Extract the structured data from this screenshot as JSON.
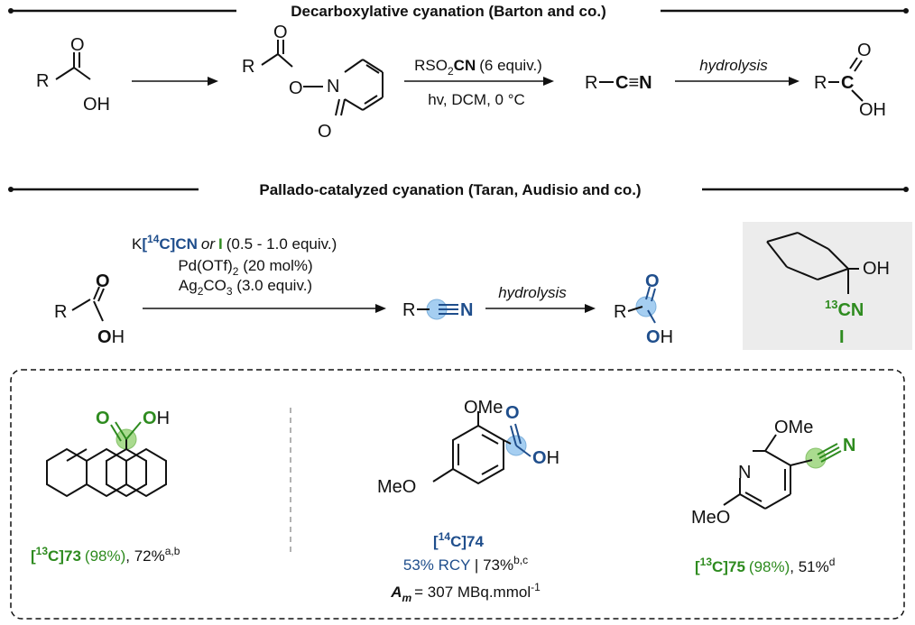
{
  "colors": {
    "ink": "#111111",
    "blue": "#1f4e8c",
    "green": "#2e8b1f",
    "blue_glow": "#8fc3ee",
    "green_glow": "#8ed06a",
    "panel": "#ececec"
  },
  "section1": {
    "header": "Decarboxylative cyanation (Barton and co.)",
    "reagent_1": "RSO",
    "reagent_1_sub": "2",
    "reagent_1_bold": "CN",
    "reagent_1_tail": "(6 equiv.)",
    "conditions_1": "hv, DCM, 0 °C",
    "step_2": "hydrolysis",
    "start_R": "R",
    "start_O": "O",
    "start_OH": "OH",
    "ester_R": "R",
    "ester_O1": "O",
    "ester_O2": "O",
    "ester_N": "N",
    "ester_O3": "O",
    "nitrile_R": "R",
    "nitrile_CN": "C≡N",
    "acid_R": "R",
    "acid_C": "C",
    "acid_O": "O",
    "acid_OH": "OH"
  },
  "section2": {
    "header": "Pallado-catalyzed cyanation (Taran, Audisio and co.)",
    "reagent_K": "K",
    "reagent_label": "[14C]CN",
    "reagent_or": "or",
    "reagent_I": "I",
    "reagent_equiv": "(0.5 - 1.0 equiv.)",
    "catalyst": "Pd(OTf)2 (20 mol%)",
    "base": "Ag2CO3 (3.0 equiv.)",
    "step_2": "hydrolysis",
    "start_R": "R",
    "start_O": "O",
    "start_OH": "OH",
    "nitrile_R": "R",
    "nitrile_N": "N",
    "acid_R": "R",
    "acid_O": "O",
    "acid_OH": "OH",
    "reagent_I_box": {
      "OH": "OH",
      "isotope": "13",
      "CN": "CN",
      "label": "I"
    }
  },
  "examples": [
    {
      "id": "73",
      "isotope_tag": "[13C]",
      "compound": "73",
      "ee": "(98%)",
      "yield": "72%",
      "notes": "a,b",
      "atoms": {
        "O": "O",
        "OH": "OH"
      }
    },
    {
      "id": "74",
      "isotope_tag": "[14C]",
      "compound": "74",
      "rcy": "53% RCY",
      "yield": "73%",
      "notes": "b,c",
      "am_label": "A",
      "am_sub": "m",
      "am_value": "= 307 MBq.mmol",
      "am_exp": "-1",
      "atoms": {
        "OMe": "OMe",
        "O": "O",
        "OH": "OH",
        "MeO": "MeO"
      }
    },
    {
      "id": "75",
      "isotope_tag": "[13C]",
      "compound": "75",
      "ee": "(98%)",
      "yield": "51%",
      "notes": "d",
      "atoms": {
        "OMe": "OMe",
        "N_ring": "N",
        "N_nitrile": "N",
        "MeO": "MeO"
      }
    }
  ]
}
